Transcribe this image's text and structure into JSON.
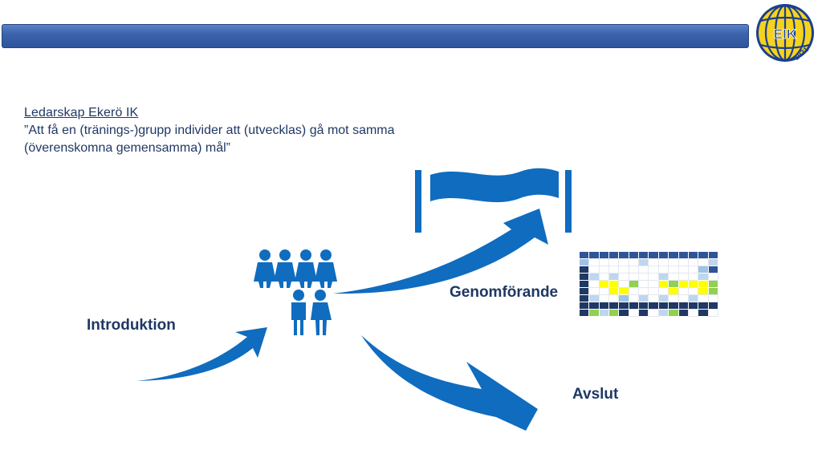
{
  "header": {
    "bar_color": "#3d63ae",
    "logo": {
      "text": "EIK",
      "year": "1921",
      "ring_color": "#1b3f8f",
      "fill_color": "#f5d21e"
    }
  },
  "heading": {
    "title": "Ledarskap Ekerö IK",
    "quote_line1": "”Att få en (tränings-)grupp individer att (utvecklas) gå mot samma",
    "quote_line2": "(överenskomna gemensamma) mål”"
  },
  "diagram": {
    "accent_color": "#0f6cbf",
    "label_color": "#1f3864",
    "stages": {
      "introduction": "Introduktion",
      "execution": "Genomförande",
      "completion": "Avslut"
    },
    "icons": [
      "group-of-people-icon",
      "banner-flag-icon",
      "schedule-table-icon"
    ]
  }
}
